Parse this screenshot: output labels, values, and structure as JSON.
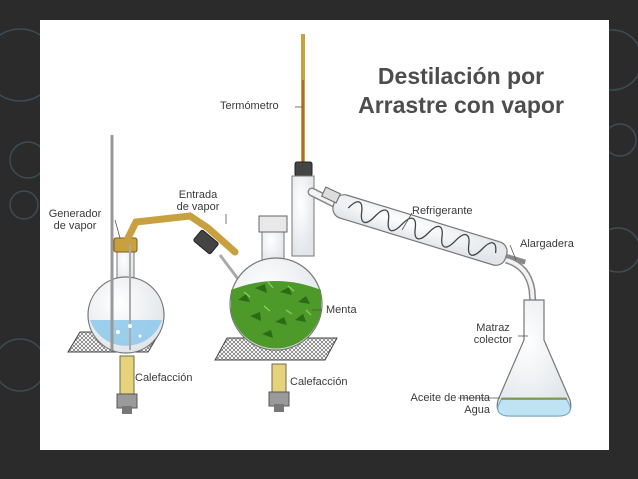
{
  "title": {
    "line1": "Destilación por",
    "line2": "Arrastre con vapor"
  },
  "labels": {
    "termometro": "Termómetro",
    "entrada_vapor_1": "Entrada",
    "entrada_vapor_2": "de vapor",
    "generador_1": "Generador",
    "generador_2": "de vapor",
    "refrigerante": "Refrigerante",
    "alargadera": "Alargadera",
    "menta": "Menta",
    "matraz_1": "Matraz",
    "matraz_2": "colector",
    "calefaccion_1": "Calefacción",
    "calefaccion_2": "Calefacción",
    "aceite": "Aceite de menta",
    "agua": "Agua"
  }
}
